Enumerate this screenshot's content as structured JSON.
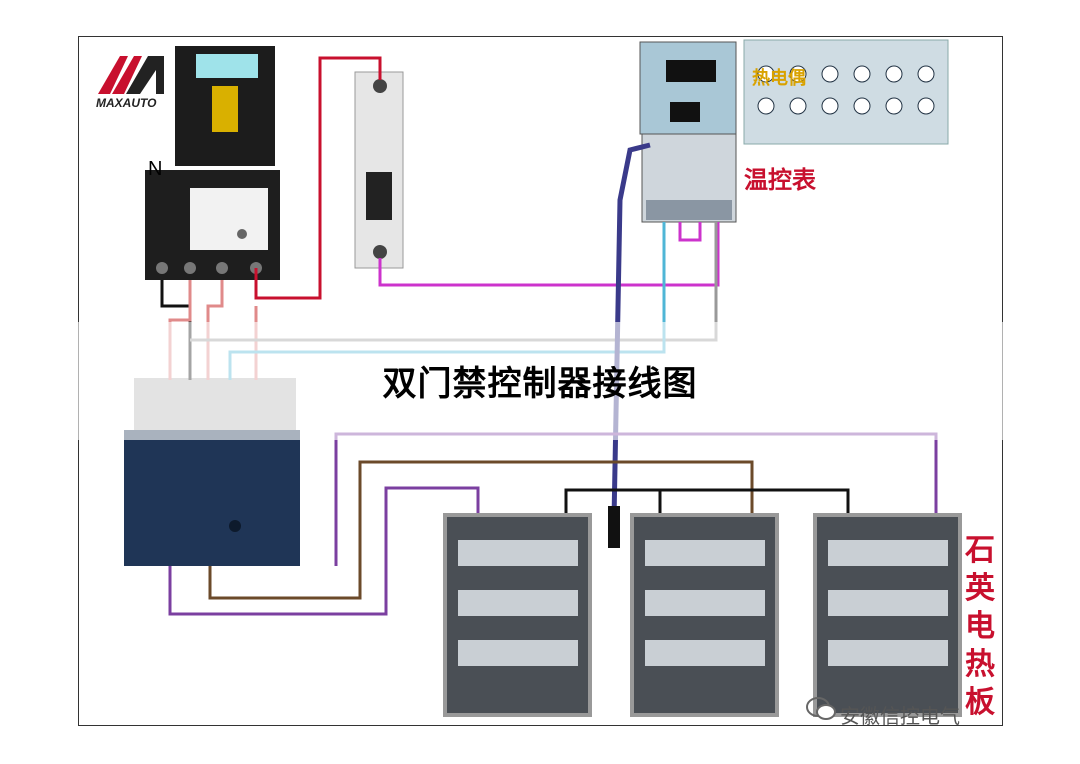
{
  "title": "双门禁控制器接线图",
  "labels": {
    "n": "N",
    "temp_controller": "温控表",
    "thermocouple": "热电偶",
    "heater": "石英电热板"
  },
  "logo": {
    "text": "MAXAUTO"
  },
  "watermark": {
    "text": "安徽信控电气"
  },
  "colors": {
    "red": "#c8102e",
    "purple": "#7b3fa0",
    "brown": "#6b4a2a",
    "cyan": "#4fb6d6",
    "black": "#111111",
    "magenta": "#cc33cc"
  }
}
